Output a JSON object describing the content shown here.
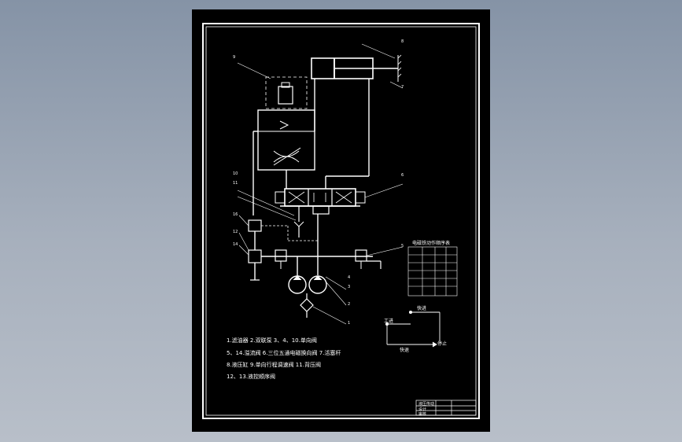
{
  "drawing": {
    "legend": [
      "1.滤油器  2.双联泵  3、4、10.单向阀",
      "5、14.溢流阀  6.三位五通电磁换向阀  7.活塞杆",
      "8.液压缸  9.单向行程调速阀  11.背压阀",
      "12、13.液控顺序阀"
    ],
    "part_numbers": [
      "8",
      "7",
      "9",
      "10",
      "11",
      "6",
      "16",
      "12",
      "14",
      "5",
      "4",
      "3",
      "2",
      "1"
    ],
    "table_title": "电磁铁动作顺序表",
    "cycle_labels": {
      "fast_forward": "快进",
      "work_feed": "工进",
      "fast_return": "快退",
      "stop": "停止"
    },
    "title_block": [
      "液压传动",
      "设计",
      "审核"
    ]
  }
}
